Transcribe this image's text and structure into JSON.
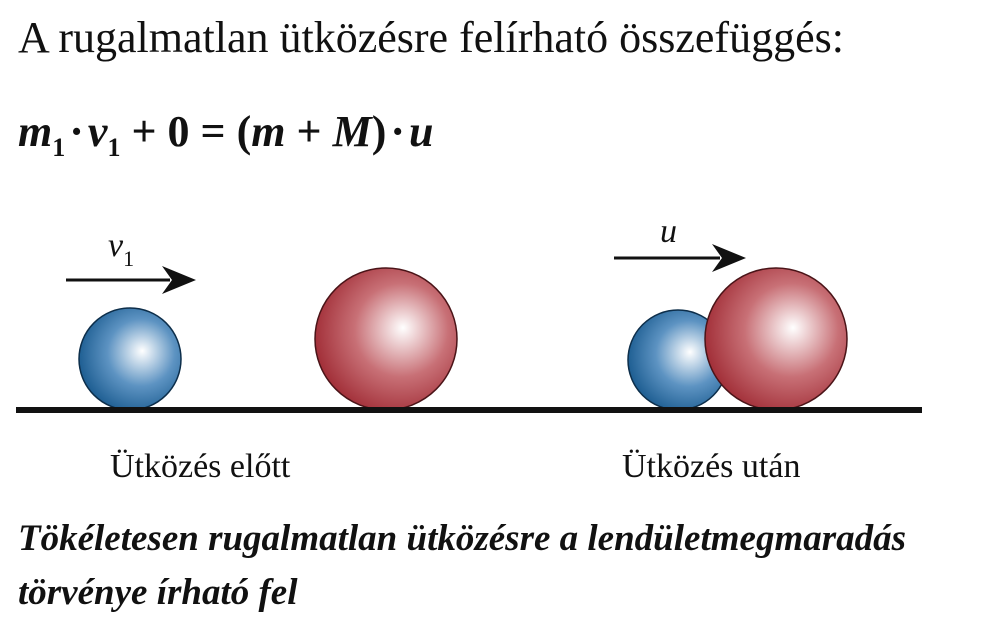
{
  "heading": "A rugalmatlan ütközésre felírható összefüggés:",
  "formula": {
    "m1": "m",
    "m1_sub": "1",
    "dot1": "·",
    "v1": "v",
    "v1_sub": "1",
    "rest_left": " + 0 = (",
    "m": "m",
    "plus": " + ",
    "M": "M",
    "rest_right": ")",
    "dot2": "·",
    "u": "u"
  },
  "diagram": {
    "arrow_before_label": "v",
    "arrow_before_sub": "1",
    "arrow_after_label": "u",
    "colors": {
      "small_ball": "#1f5f93",
      "small_ball_highlight": "#ffffff",
      "large_ball": "#a3313a",
      "large_ball_highlight": "#ffffff",
      "ground": "#111111",
      "arrow": "#111111"
    }
  },
  "captions": {
    "before": "Ütközés előtt",
    "after": "Ütközés után"
  },
  "footer": {
    "line1": "Tökéletesen rugalmatlan ütközésre a lendületmegmaradás",
    "line2": "törvénye írható fel"
  }
}
